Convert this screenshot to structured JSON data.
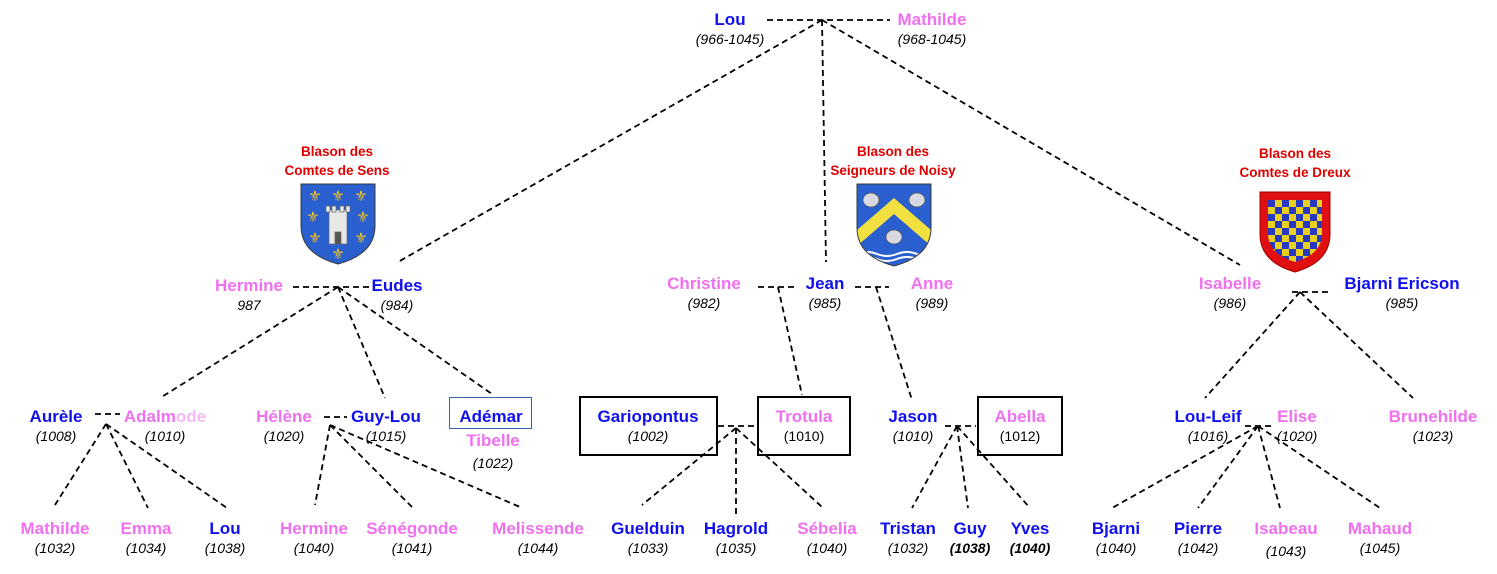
{
  "people": {
    "lou_root": {
      "name": "Lou",
      "years": "(966-1045)"
    },
    "mathilde_root": {
      "name": "Mathilde",
      "years": "(968-1045)"
    },
    "hermine_g1": {
      "name": "Hermine",
      "years": "987"
    },
    "eudes": {
      "name": "Eudes",
      "years": "(984)"
    },
    "christine": {
      "name": "Christine",
      "years": "(982)"
    },
    "jean": {
      "name": "Jean",
      "years": "(985)"
    },
    "anne": {
      "name": "Anne",
      "years": "(989)"
    },
    "isabelle": {
      "name": "Isabelle",
      "years": "(986)"
    },
    "bjarni_ericson": {
      "name": "Bjarni Ericson",
      "years": "(985)"
    },
    "aurele": {
      "name": "Aurèle",
      "years": "(1008)"
    },
    "adalmode": {
      "name_a": "Adalm",
      "name_b": "ode",
      "years": "(1010)"
    },
    "helene": {
      "name": "Hélène",
      "years": "(1020)"
    },
    "guy_lou": {
      "name": "Guy-Lou",
      "years": "(1015)"
    },
    "ademar": {
      "name": "Adémar"
    },
    "tibelle": {
      "name": "Tibelle",
      "years": "(1022)"
    },
    "gariopontus": {
      "name": "Gariopontus",
      "years": "(1002)"
    },
    "trotula": {
      "name": "Trotula",
      "years": "(1010)"
    },
    "jason": {
      "name": "Jason",
      "years": "(1010)"
    },
    "abella": {
      "name": "Abella",
      "years": "(1012)"
    },
    "lou_leif": {
      "name": "Lou-Leif",
      "years": "(1016)"
    },
    "elise": {
      "name": "Elise",
      "years": "(1020)"
    },
    "brunehilde": {
      "name": "Brunehilde",
      "years": "(1023)"
    },
    "mathilde_g3": {
      "name": "Mathilde",
      "years": "(1032)"
    },
    "emma": {
      "name": "Emma",
      "years": "(1034)"
    },
    "lou_g3": {
      "name": "Lou",
      "years": "(1038)"
    },
    "hermine_g3": {
      "name": "Hermine",
      "years": "(1040)"
    },
    "senegonde": {
      "name": "Sénégonde",
      "years": "(1041)"
    },
    "melissende": {
      "name": "Melissende",
      "years": "(1044)"
    },
    "guelduin": {
      "name": "Guelduin",
      "years": "(1033)"
    },
    "hagrold": {
      "name": "Hagrold",
      "years": "(1035)"
    },
    "sebelia": {
      "name": "Sébelia",
      "years": "(1040)"
    },
    "tristan": {
      "name": "Tristan",
      "years": "(1032)"
    },
    "guy": {
      "name": "Guy",
      "years": "(1038)"
    },
    "yves": {
      "name": "Yves",
      "years": "(1040)"
    },
    "bjarni": {
      "name": "Bjarni",
      "years": "(1040)"
    },
    "pierre": {
      "name": "Pierre",
      "years": "(1042)"
    },
    "isabeau": {
      "name": "Isabeau",
      "years": "(1043)"
    },
    "mahaud": {
      "name": "Mahaud",
      "years": "(1045)"
    }
  },
  "blasons": {
    "sens": {
      "line1": "Blason des",
      "line2": "Comtes de Sens"
    },
    "noisy": {
      "line1": "Blason des",
      "line2": "Seigneurs de Noisy"
    },
    "dreux": {
      "line1": "Blason des",
      "line2": "Comtes de Dreux"
    }
  },
  "colors": {
    "male": "#1010ee",
    "female": "#f070f0",
    "blason_title": "#e00000",
    "line": "#000000",
    "sens_field": "#2a5fd0",
    "sens_lily": "#f2c020",
    "noisy_field": "#2a5fd0",
    "noisy_chevron": "#f2e040",
    "dreux_border": "#e01010",
    "dreux_check_gold": "#e8d020",
    "dreux_check_blue": "#2838c0"
  }
}
